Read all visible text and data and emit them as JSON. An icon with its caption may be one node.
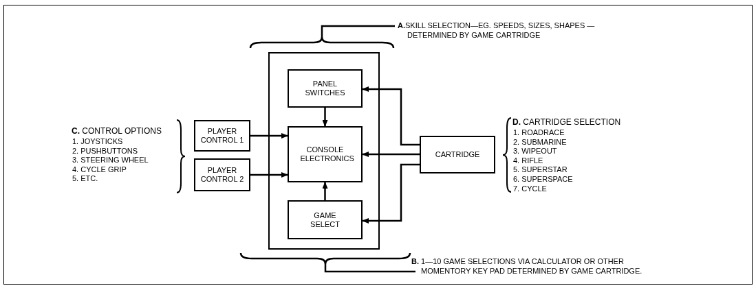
{
  "diagram": {
    "nodes": [
      {
        "text": [],
        "shape": "box"
      },
      {
        "text": [
          "PANEL SWITCHES"
        ],
        "in": 0
      },
      {
        "text": [
          "CONSOLE ELECTRONICS"
        ],
        "in": 0
      },
      {
        "text": [
          "GAME SELECT"
        ],
        "in": 0
      },
      {
        "text": [
          "PLAYER CONTROL 1"
        ]
      },
      {
        "text": [
          "PLAYER CONTROL 2"
        ]
      },
      {
        "text": [
          "CARTRIDGE"
        ]
      }
    ],
    "edges": [
      {
        "from": 4,
        "to": 2,
        "arrow": "to"
      },
      {
        "from": 5,
        "to": 2,
        "arrow": "to"
      },
      {
        "from": 1,
        "to": 2,
        "arrow": "to"
      },
      {
        "from": 3,
        "to": 2,
        "arrow": "to"
      },
      {
        "from": 6,
        "to": 1,
        "arrow": "to"
      },
      {
        "from": 6,
        "to": 2,
        "arrow": "to"
      },
      {
        "from": 6,
        "to": 3,
        "arrow": "to"
      }
    ],
    "labels": [
      "**A.**SKILL SELECTION—EG. SPEEDS, SIZES, SHAPES —DETERMINED BY GAME CARTRIDGE",
      "**C.** CONTROL OPTIONS",
      "1. JOYSTICKS",
      "2. PUSHBUTTONS",
      "3. STEERING WHEEL",
      "4. CYCLE GRIP",
      "5. ETC.",
      "**D.** CARTRIDGE SELECTION",
      "1. ROADRACE",
      "2. SUBMARINE",
      "3. WIPEOUT",
      "4. RIFLE",
      "5. SUPERSTAR",
      "6. SUPERSPACE",
      "7. CYCLE",
      "**B.** 1—10 GAME SELECTIONS VIA CALCULATOR OR OTHER MOMENTORY KEY PAD DETERMINED BY GAME CARTRIDGE."
    ]
  }
}
